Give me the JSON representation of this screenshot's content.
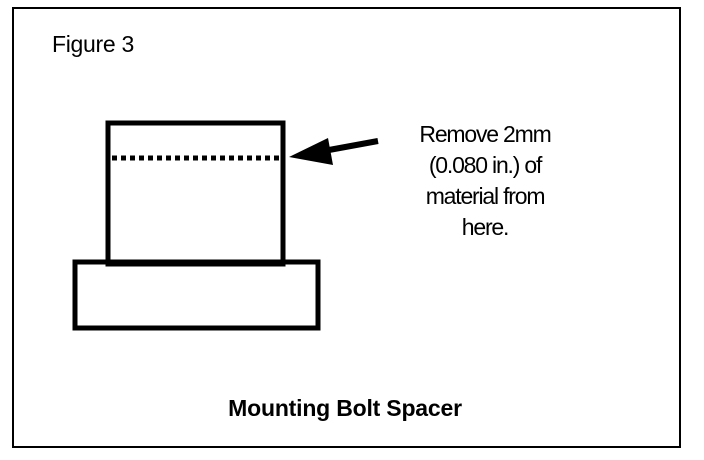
{
  "figure": {
    "label": "Figure 3",
    "title": "Mounting Bolt Spacer",
    "callout": {
      "lines": [
        "Remove 2mm",
        "(0.080 in.) of",
        "material from",
        "here."
      ]
    },
    "colors": {
      "line": "#000000",
      "background": "#ffffff"
    }
  }
}
